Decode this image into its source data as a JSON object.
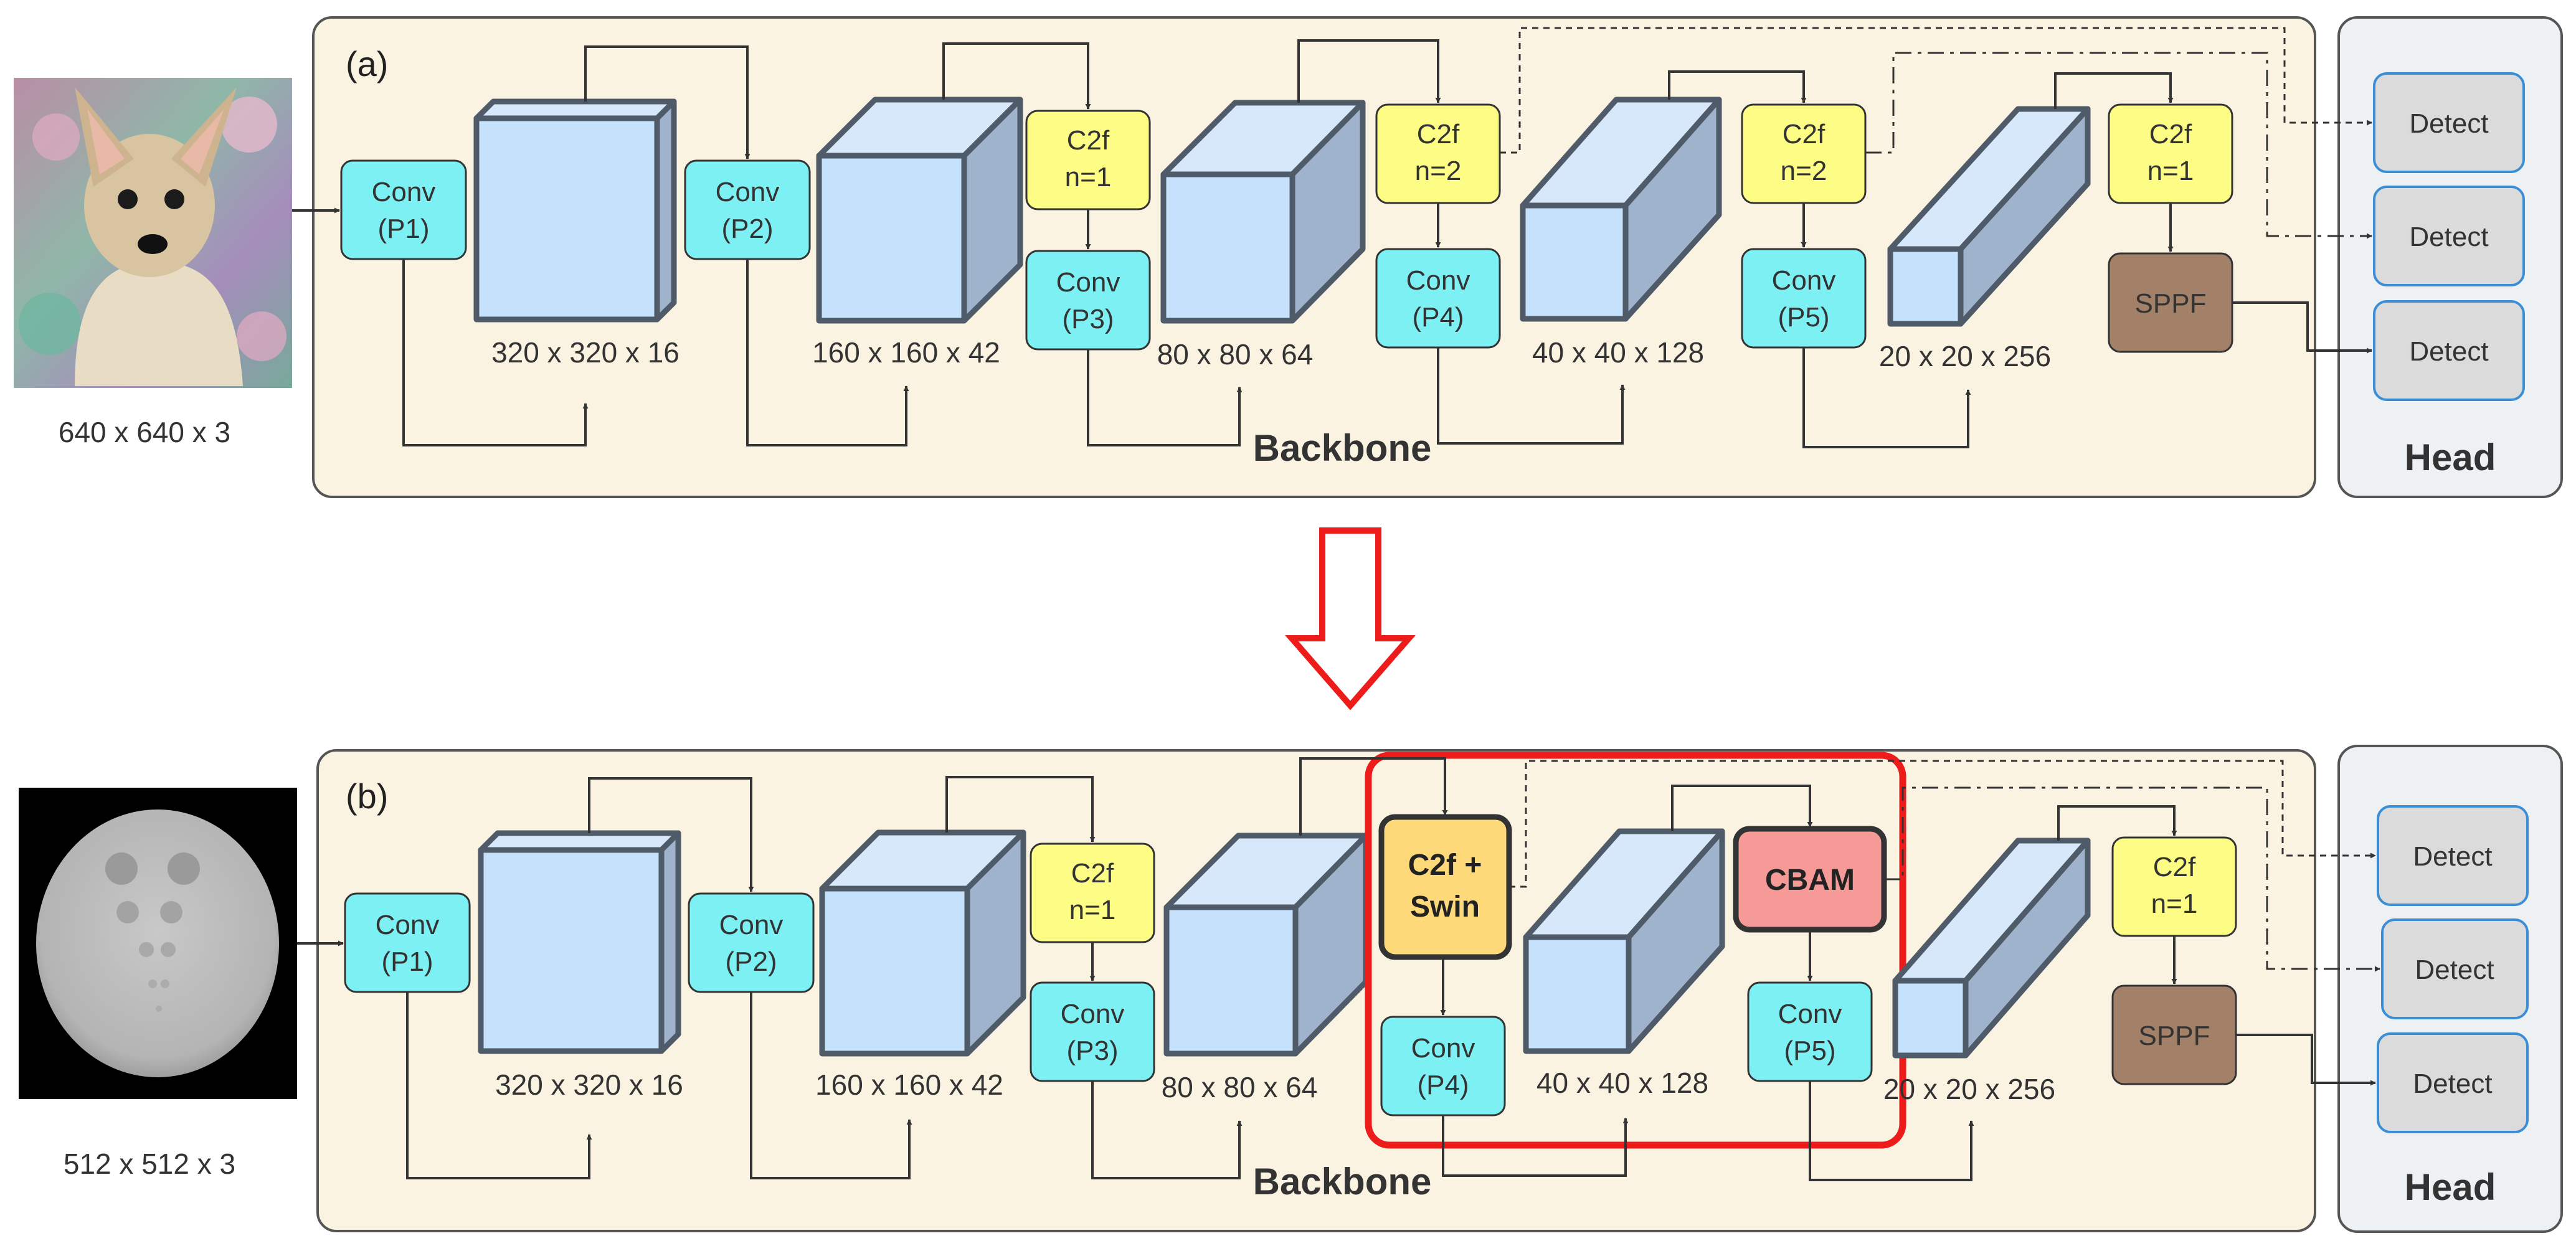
{
  "colors": {
    "panel_fill": "#fbf3e2",
    "head_fill": "#eef1f3",
    "conv_fill": "#7cf0f2",
    "c2f_fill": "#fdfd86",
    "sppf_fill": "#a38068",
    "detect_fill": "#dbdbdb",
    "detect_border": "#3b8ed6",
    "cube_front": "#c6e1fb",
    "cube_side": "#9fb3cc",
    "cube_top": "#d8e8fb",
    "cube_edge": "#4f5b69",
    "swin_fill": "#fdd97a",
    "cbam_fill": "#f59a96",
    "highlight_red": "#ee1b1b",
    "arrow_red": "#ee1b1b"
  },
  "images": {
    "top_input": {
      "description_icon": "dog-photo",
      "dim_label": "640 x 640 x 3"
    },
    "bottom_input": {
      "description_icon": "phantom-ct-image",
      "dim_label": "512 x 512 x 3"
    }
  },
  "panel_a": {
    "label": "(a)",
    "backbone_label": "Backbone",
    "head_label": "Head",
    "conv_p1": {
      "line1": "Conv",
      "line2": "(P1)"
    },
    "conv_p2": {
      "line1": "Conv",
      "line2": "(P2)"
    },
    "conv_p3": {
      "line1": "Conv",
      "line2": "(P3)"
    },
    "conv_p4": {
      "line1": "Conv",
      "line2": "(P4)"
    },
    "conv_p5": {
      "line1": "Conv",
      "line2": "(P5)"
    },
    "c2f_1": {
      "line1": "C2f",
      "line2": "n=1"
    },
    "c2f_2": {
      "line1": "C2f",
      "line2": "n=2"
    },
    "c2f_3": {
      "line1": "C2f",
      "line2": "n=2"
    },
    "c2f_4": {
      "line1": "C2f",
      "line2": "n=1"
    },
    "sppf": "SPPF",
    "detect_1": "Detect",
    "detect_2": "Detect",
    "detect_3": "Detect",
    "dims": [
      "320 x 320 x 16",
      "160 x 160 x 42",
      "80 x 80 x 64",
      "40 x 40 x 128",
      "20 x 20 x 256"
    ]
  },
  "panel_b": {
    "label": "(b)",
    "backbone_label": "Backbone",
    "head_label": "Head",
    "conv_p1": {
      "line1": "Conv",
      "line2": "(P1)"
    },
    "conv_p2": {
      "line1": "Conv",
      "line2": "(P2)"
    },
    "conv_p3": {
      "line1": "Conv",
      "line2": "(P3)"
    },
    "conv_p4": {
      "line1": "Conv",
      "line2": "(P4)"
    },
    "conv_p5": {
      "line1": "Conv",
      "line2": "(P5)"
    },
    "c2f_1": {
      "line1": "C2f",
      "line2": "n=1"
    },
    "c2f_swin": {
      "line1": "C2f +",
      "line2": "Swin"
    },
    "cbam": "CBAM",
    "c2f_4": {
      "line1": "C2f",
      "line2": "n=1"
    },
    "sppf": "SPPF",
    "detect_1": "Detect",
    "detect_2": "Detect",
    "detect_3": "Detect",
    "dims": [
      "320 x 320 x 16",
      "160 x 160 x 42",
      "80 x 80 x 64",
      "40 x 40 x 128",
      "20 x 20 x 256"
    ]
  }
}
